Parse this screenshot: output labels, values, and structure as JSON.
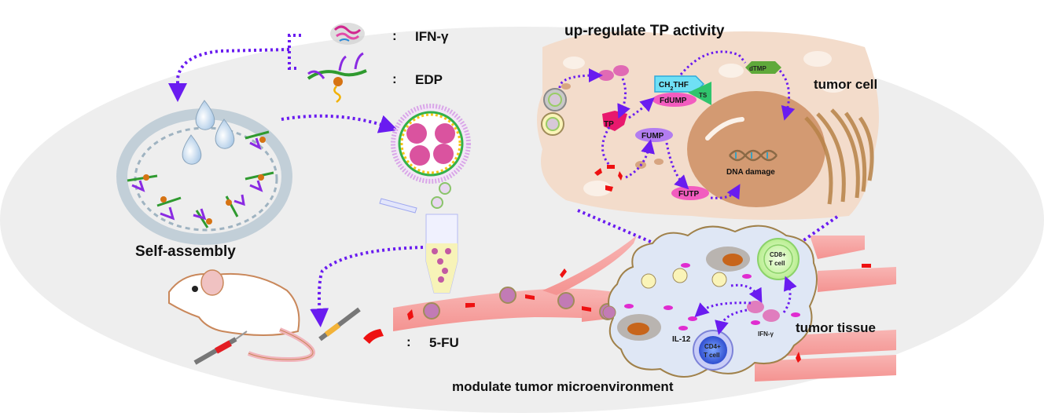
{
  "figure": {
    "title": "IFN-γ / EDP self-assembled nanoparticle delivery of 5-FU schematic"
  },
  "legend": {
    "ifn": {
      "separator": ":",
      "label": "IFN-γ"
    },
    "edp": {
      "separator": ":",
      "label": "EDP"
    },
    "fu": {
      "separator": ":",
      "label": "5-FU"
    }
  },
  "labels": {
    "self_assembly": "Self-assembly",
    "upregulate": "up-regulate TP activity",
    "tumor_cell": "tumor cell",
    "tumor_tissue": "tumor tissue",
    "modulate": "modulate tumor microenvironment",
    "dna_damage": "DNA damage"
  },
  "pathway": {
    "tp": "TP",
    "ch2thf_main": "CH",
    "ch2thf_sub": "2",
    "ch2thf_tail": "THF",
    "ts": "TS",
    "fdump": "FdUMP",
    "dtmp": "dTMP",
    "fump": "FUMP",
    "futp": "FUTP"
  },
  "microenvironment": {
    "cd8_line1": "CD8+",
    "cd8_line2": "T cell",
    "cd4_line1": "CD4+",
    "cd4_line2": "T cell",
    "il12": "IL-12",
    "ifn": "IFN-γ"
  },
  "colors": {
    "arrow": "#6a1cf0",
    "ellipse_bg": "#eeeeee",
    "cell_body": "#f3dccb",
    "nucleus": "#d39a72",
    "vessel": "#f6a4a2",
    "drug": "#ee1111",
    "tissue": "#dfe7f5"
  }
}
